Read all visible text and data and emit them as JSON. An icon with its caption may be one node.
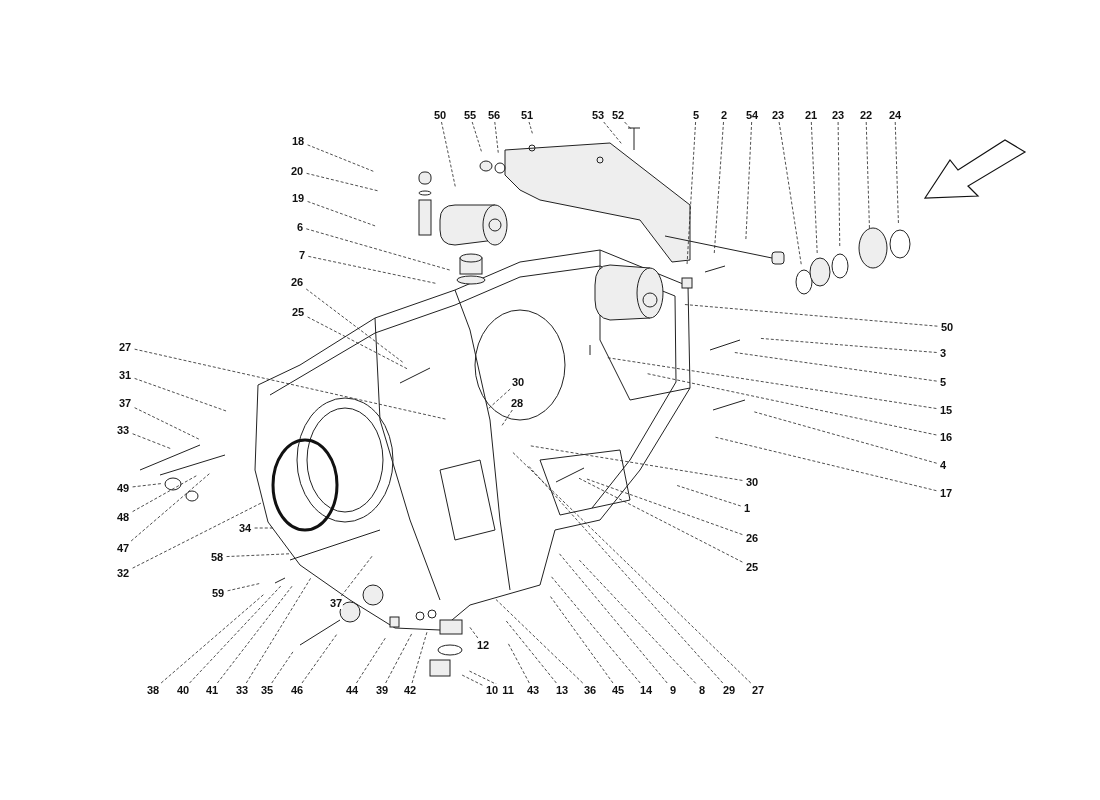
{
  "diagram": {
    "nodes": [
      {
        "text": [
          "50"
        ]
      },
      {
        "text": [
          "55"
        ]
      },
      {
        "text": [
          "56"
        ]
      },
      {
        "text": [
          "51"
        ]
      },
      {
        "text": [
          "53"
        ]
      },
      {
        "text": [
          "52"
        ]
      },
      {
        "text": [
          "5"
        ]
      },
      {
        "text": [
          "2"
        ]
      },
      {
        "text": [
          "54"
        ]
      },
      {
        "text": [
          "23"
        ]
      },
      {
        "text": [
          "21"
        ]
      },
      {
        "text": [
          "23"
        ]
      },
      {
        "text": [
          "22"
        ]
      },
      {
        "text": [
          "24"
        ]
      },
      {
        "text": [
          "18"
        ]
      },
      {
        "text": [
          "20"
        ]
      },
      {
        "text": [
          "19"
        ]
      },
      {
        "text": [
          "6"
        ]
      },
      {
        "text": [
          "7"
        ]
      },
      {
        "text": [
          "26"
        ]
      },
      {
        "text": [
          "25"
        ]
      },
      {
        "text": [
          "27"
        ]
      },
      {
        "text": [
          "31"
        ]
      },
      {
        "text": [
          "37"
        ]
      },
      {
        "text": [
          "33"
        ]
      },
      {
        "text": [
          "49"
        ]
      },
      {
        "text": [
          "48"
        ]
      },
      {
        "text": [
          "47"
        ]
      },
      {
        "text": [
          "32"
        ]
      },
      {
        "text": [
          "30"
        ]
      },
      {
        "text": [
          "28"
        ]
      },
      {
        "text": [
          "34"
        ]
      },
      {
        "text": [
          "58"
        ]
      },
      {
        "text": [
          "59"
        ]
      },
      {
        "text": [
          "37"
        ]
      },
      {
        "text": [
          "50"
        ]
      },
      {
        "text": [
          "3"
        ]
      },
      {
        "text": [
          "5"
        ]
      },
      {
        "text": [
          "15"
        ]
      },
      {
        "text": [
          "16"
        ]
      },
      {
        "text": [
          "4"
        ]
      },
      {
        "text": [
          "17"
        ]
      },
      {
        "text": [
          "30"
        ]
      },
      {
        "text": [
          "1"
        ]
      },
      {
        "text": [
          "26"
        ]
      },
      {
        "text": [
          "25"
        ]
      },
      {
        "text": [
          "12"
        ]
      },
      {
        "text": [
          "38"
        ]
      },
      {
        "text": [
          "40"
        ]
      },
      {
        "text": [
          "41"
        ]
      },
      {
        "text": [
          "33"
        ]
      },
      {
        "text": [
          "35"
        ]
      },
      {
        "text": [
          "46"
        ]
      },
      {
        "text": [
          "44"
        ]
      },
      {
        "text": [
          "39"
        ]
      },
      {
        "text": [
          "42"
        ]
      },
      {
        "text": [
          "10"
        ]
      },
      {
        "text": [
          "11"
        ]
      },
      {
        "text": [
          "43"
        ]
      },
      {
        "text": [
          "13"
        ]
      },
      {
        "text": [
          "36"
        ]
      },
      {
        "text": [
          "45"
        ]
      },
      {
        "text": [
          "14"
        ]
      },
      {
        "text": [
          "9"
        ]
      },
      {
        "text": [
          "8"
        ]
      },
      {
        "text": [
          "29"
        ]
      },
      {
        "text": [
          "27"
        ]
      }
    ],
    "edges": [
      {
        "from": 0,
        "to": null,
        "arrow": "none"
      },
      {
        "from": 1,
        "to": null,
        "arrow": "none"
      },
      {
        "from": 2,
        "to": null,
        "arrow": "none"
      },
      {
        "from": 3,
        "to": null,
        "arrow": "none"
      },
      {
        "from": 4,
        "to": null,
        "arrow": "none"
      },
      {
        "from": 5,
        "to": null,
        "arrow": "none"
      },
      {
        "from": 6,
        "to": null,
        "arrow": "none"
      },
      {
        "from": 7,
        "to": null,
        "arrow": "none"
      },
      {
        "from": 8,
        "to": null,
        "arrow": "none"
      },
      {
        "from": 9,
        "to": null,
        "arrow": "none"
      },
      {
        "from": 10,
        "to": null,
        "arrow": "none"
      },
      {
        "from": 11,
        "to": null,
        "arrow": "none"
      },
      {
        "from": 12,
        "to": null,
        "arrow": "none"
      },
      {
        "from": 13,
        "to": null,
        "arrow": "none"
      },
      {
        "from": 14,
        "to": null,
        "arrow": "none"
      },
      {
        "from": 15,
        "to": null,
        "arrow": "none"
      },
      {
        "from": 16,
        "to": null,
        "arrow": "none"
      },
      {
        "from": 17,
        "to": null,
        "arrow": "none"
      },
      {
        "from": 18,
        "to": null,
        "arrow": "none"
      },
      {
        "from": 19,
        "to": null,
        "arrow": "none"
      },
      {
        "from": 20,
        "to": null,
        "arrow": "none"
      },
      {
        "from": 21,
        "to": null,
        "arrow": "none"
      },
      {
        "from": 22,
        "to": null,
        "arrow": "none"
      },
      {
        "from": 23,
        "to": null,
        "arrow": "none"
      },
      {
        "from": 24,
        "to": null,
        "arrow": "none"
      },
      {
        "from": 25,
        "to": null,
        "arrow": "none"
      },
      {
        "from": 26,
        "to": null,
        "arrow": "none"
      },
      {
        "from": 27,
        "to": null,
        "arrow": "none"
      },
      {
        "from": 28,
        "to": null,
        "arrow": "none"
      },
      {
        "from": 29,
        "to": null,
        "arrow": "none"
      },
      {
        "from": 30,
        "to": null,
        "arrow": "none"
      },
      {
        "from": 31,
        "to": null,
        "arrow": "none"
      },
      {
        "from": 32,
        "to": null,
        "arrow": "none"
      },
      {
        "from": 33,
        "to": null,
        "arrow": "none"
      },
      {
        "from": 34,
        "to": null,
        "arrow": "none"
      },
      {
        "from": 35,
        "to": null,
        "arrow": "none"
      },
      {
        "from": 36,
        "to": null,
        "arrow": "none"
      },
      {
        "from": 37,
        "to": null,
        "arrow": "none"
      },
      {
        "from": 38,
        "to": null,
        "arrow": "none"
      },
      {
        "from": 39,
        "to": null,
        "arrow": "none"
      },
      {
        "from": 40,
        "to": null,
        "arrow": "none"
      },
      {
        "from": 41,
        "to": null,
        "arrow": "none"
      },
      {
        "from": 42,
        "to": null,
        "arrow": "none"
      },
      {
        "from": 43,
        "to": null,
        "arrow": "none"
      },
      {
        "from": 44,
        "to": null,
        "arrow": "none"
      },
      {
        "from": 45,
        "to": null,
        "arrow": "none"
      },
      {
        "from": 46,
        "to": null,
        "arrow": "none"
      },
      {
        "from": 47,
        "to": null,
        "arrow": "none"
      },
      {
        "from": 48,
        "to": null,
        "arrow": "none"
      },
      {
        "from": 49,
        "to": null,
        "arrow": "none"
      },
      {
        "from": 50,
        "to": null,
        "arrow": "none"
      },
      {
        "from": 51,
        "to": null,
        "arrow": "none"
      },
      {
        "from": 52,
        "to": null,
        "arrow": "none"
      },
      {
        "from": 53,
        "to": null,
        "arrow": "none"
      },
      {
        "from": 54,
        "to": null,
        "arrow": "none"
      },
      {
        "from": 55,
        "to": null,
        "arrow": "none"
      },
      {
        "from": 56,
        "to": null,
        "arrow": "none"
      },
      {
        "from": 57,
        "to": null,
        "arrow": "none"
      },
      {
        "from": 58,
        "to": null,
        "arrow": "none"
      },
      {
        "from": 59,
        "to": null,
        "arrow": "none"
      },
      {
        "from": 60,
        "to": null,
        "arrow": "none"
      },
      {
        "from": 61,
        "to": null,
        "arrow": "none"
      },
      {
        "from": 62,
        "to": null,
        "arrow": "none"
      },
      {
        "from": 63,
        "to": null,
        "arrow": "none"
      },
      {
        "from": 64,
        "to": null,
        "arrow": "none"
      },
      {
        "from": 65,
        "to": null,
        "arrow": "none"
      },
      {
        "from": 66,
        "to": null,
        "arrow": "none"
      }
    ]
  }
}
